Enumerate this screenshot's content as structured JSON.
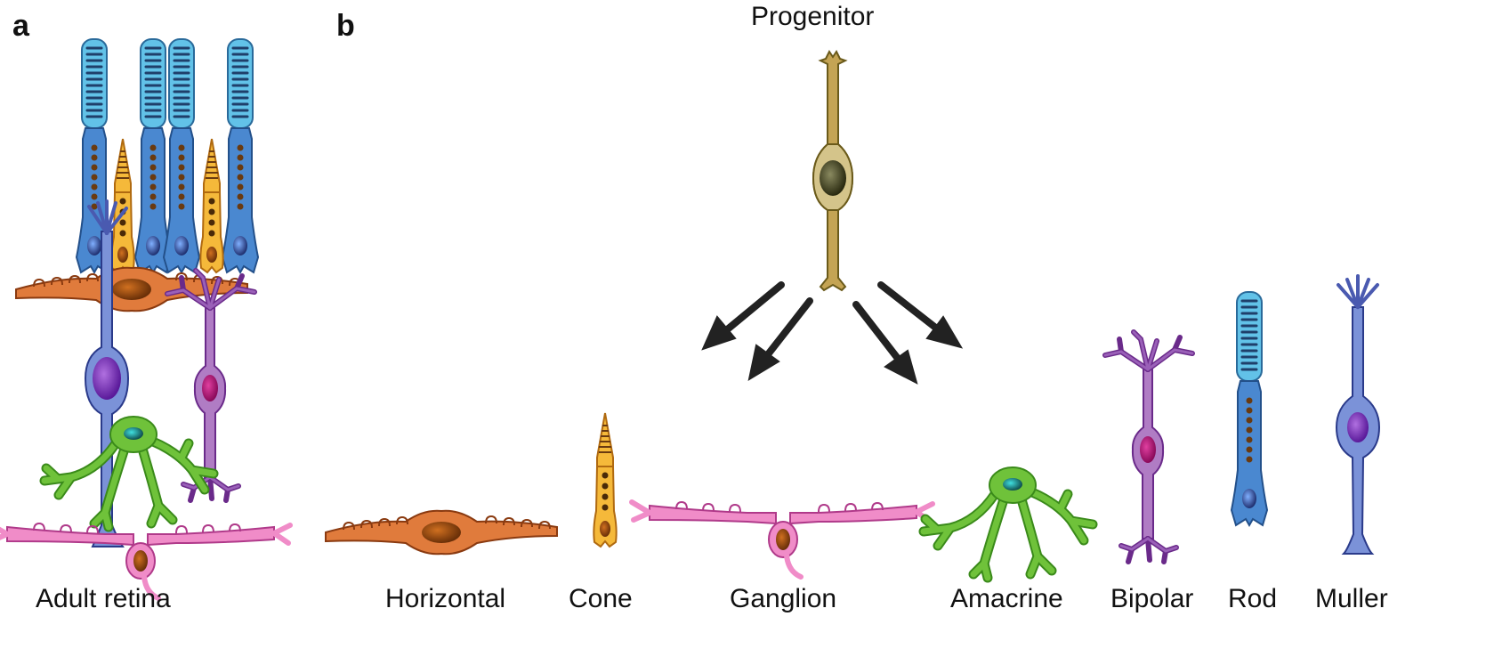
{
  "panel_a": {
    "letter": "a",
    "label": "Adult retina"
  },
  "panel_b": {
    "letter": "b",
    "progenitor_label": "Progenitor",
    "cell_types": [
      "Horizontal",
      "Cone",
      "Ganglion",
      "Amacrine",
      "Bipolar",
      "Rod",
      "Muller"
    ]
  },
  "colors": {
    "rod": "#62c2e8",
    "rod_inner": "#4a88d0",
    "cone": "#f5b93a",
    "horizontal": "#e07b3c",
    "bipolar": "#b07cc4",
    "muller": "#7b92d8",
    "amacrine": "#6fc23a",
    "ganglion": "#f08cc8",
    "progenitor": "#c4a454",
    "arrow": "#222222"
  },
  "icons": [
    "rod-cell-icon",
    "cone-cell-icon",
    "horizontal-cell-icon",
    "bipolar-cell-icon",
    "muller-cell-icon",
    "amacrine-cell-icon",
    "ganglion-cell-icon",
    "progenitor-cell-icon",
    "arrow-icon"
  ]
}
